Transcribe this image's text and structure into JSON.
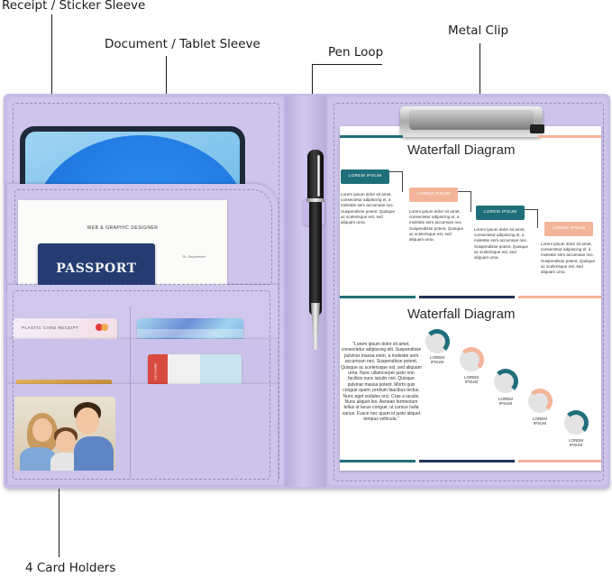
{
  "callouts": {
    "receipt": "Receipt / Sticker Sleeve",
    "document": "Document / Tablet Sleeve",
    "pen_loop": "Pen Loop",
    "metal_clip": "Metal Clip",
    "card_holders": "4 Card Holders"
  },
  "left_panel": {
    "paper_title": "WEB & GRAPHIC DESIGNER",
    "paper_signature": "St. September",
    "passport": "PASSPORT",
    "card_label": "PLASTIC CARD RECEIPT",
    "card3_text": "Lm Leader"
  },
  "clipboard": {
    "section1": {
      "title": "Waterfall Diagram",
      "steps": [
        {
          "label": "LOREM IPSUM",
          "color": "#1f6f7a",
          "text": "Lorem ipsum dolor sit amet, consectetur adipiscing el, a molestie sem accumsan nec. Suspendisse potent. Quisque ac scelerisque est, sed aliquam urna."
        },
        {
          "label": "LOREM IPSUM",
          "color": "#f3b49a",
          "text": "Lorem ipsum dolor sit amet, consectetur adipiscing el, a molestie sem accumsan nec. Suspendisse potent. Quisque ac scelerisque est, sed aliquam urna."
        },
        {
          "label": "LOREM IPSUM",
          "color": "#1f6f7a",
          "text": "Lorem ipsum dolor sit amet, consectetur adipiscing el, a molestie sem accumsan nec. Suspendisse potent. Quisque ac scelerisque est, sed aliquam urna."
        },
        {
          "label": "LOREM IPSUM",
          "color": "#f3b49a",
          "text": "Lorem ipsum dolor sit amet, consectetur adipiscing el, a molestie sem accumsan nec. Suspendisse potent. Quisque ac scelerisque est, sed aliquam urna."
        }
      ]
    },
    "section2": {
      "title": "Waterfall Diagram",
      "paragraph": "\"Lorem ipsum dolor sit amet, consectetur adipiscing elit. Suspendisse pulvinar massa enim, a molestie sem accumsan nec. Suspendisse potent. Quisque ac scelerisque est, sed aliquam urna. Nunc ullamcorper justo non facilisis nunc iaculis nisl. Quisque pulvinar massa potent. Morbi quis congue quam, pretium faucibus lectus. Nunc eget sodales orci. Cras a iaculis. Nunc aliquet leo. Aenean fermentum tellus ut lacus congue, ut cursus nulla varius. Fusce nec quam id justo aliquet tempus vehicula.\"",
      "steps": [
        {
          "label": "LOREM\nIPSUM",
          "color": "#1f6f7a"
        },
        {
          "label": "LOREM\nIPSUM",
          "color": "#f3b49a"
        },
        {
          "label": "LOREM\nIPSUM",
          "color": "#1f6f7a"
        },
        {
          "label": "LOREM\nIPSUM",
          "color": "#f3b49a"
        },
        {
          "label": "LOREM\nIPSUM",
          "color": "#1f6f7a"
        }
      ]
    }
  },
  "colors": {
    "folio": "#c7bce6",
    "teal": "#1f6f7a",
    "peach": "#f3b49a",
    "navy": "#243c72"
  }
}
